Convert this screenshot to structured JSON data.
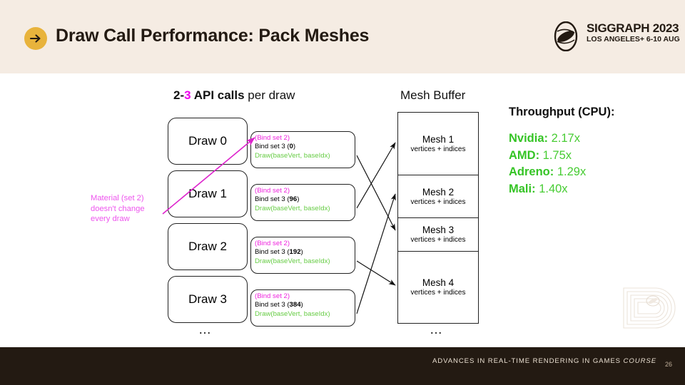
{
  "header": {
    "title": "Draw Call Performance: Pack Meshes",
    "bullet_icon": "arrow-right-icon",
    "accent_color": "#e8b33c",
    "background_color": "#f5ece3",
    "logo": {
      "icon": "siggraph-mark-icon",
      "line1": "SIGGRAPH 2023",
      "line2": "LOS ANGELES+  6-10 AUG"
    }
  },
  "diagram": {
    "api_calls_heading": {
      "count_low": "2",
      "dash": "-",
      "count_high": "3",
      "mid": " API calls ",
      "suffix": "per draw",
      "highlight_color": "#ee00ee"
    },
    "mesh_buffer_heading": "Mesh Buffer",
    "draws": [
      {
        "label": "Draw 0",
        "bind_set_2": "(Bind set 2)",
        "bind_set_3_prefix": "Bind set 3 (",
        "bind_set_3_value": "0",
        "bind_set_3_suffix": ")",
        "draw_call": "Draw(baseVert, baseIdx)"
      },
      {
        "label": "Draw 1",
        "bind_set_2": "(Bind set 2)",
        "bind_set_3_prefix": "Bind set 3 (",
        "bind_set_3_value": "96",
        "bind_set_3_suffix": ")",
        "draw_call": "Draw(baseVert, baseIdx)"
      },
      {
        "label": "Draw 2",
        "bind_set_2": "(Bind set 2)",
        "bind_set_3_prefix": "Bind set 3 (",
        "bind_set_3_value": "192",
        "bind_set_3_suffix": ")",
        "draw_call": "Draw(baseVert, baseIdx)"
      },
      {
        "label": "Draw 3",
        "bind_set_2": "(Bind set 2)",
        "bind_set_3_prefix": "Bind set 3 (",
        "bind_set_3_value": "384",
        "bind_set_3_suffix": ")",
        "draw_call": "Draw(baseVert, baseIdx)"
      }
    ],
    "draws_ellipsis": "…",
    "mesh_ellipsis": "…",
    "meshes": [
      {
        "name": "Mesh 1",
        "sub": "vertices + indices"
      },
      {
        "name": "Mesh 2",
        "sub": "vertices + indices"
      },
      {
        "name": "Mesh 3",
        "sub": "vertices + indices"
      },
      {
        "name": "Mesh 4",
        "sub": "vertices + indices"
      }
    ],
    "annotation": {
      "line1": "Material (set 2)",
      "line2": "doesn't change",
      "line3": "every draw",
      "color": "#ee55ee"
    },
    "code_colors": {
      "bind_set_2": "#ee22dd",
      "bind_set_3": "#000000",
      "draw_call": "#66cc44"
    }
  },
  "throughput": {
    "title": "Throughput (CPU):",
    "color": "#35c425",
    "rows": [
      {
        "label": "Nvidia:",
        "value": "2.17x"
      },
      {
        "label": "AMD:",
        "value": "1.75x"
      },
      {
        "label": "Adreno:",
        "value": "1.29x"
      },
      {
        "label": "Mali:",
        "value": "1.40x"
      }
    ]
  },
  "footer": {
    "text_part1": "ADVANCES IN REAL-TIME  RENDERING  IN GAMES ",
    "text_italic": "COURSE",
    "page_number": "26",
    "background_color": "#231a12"
  }
}
